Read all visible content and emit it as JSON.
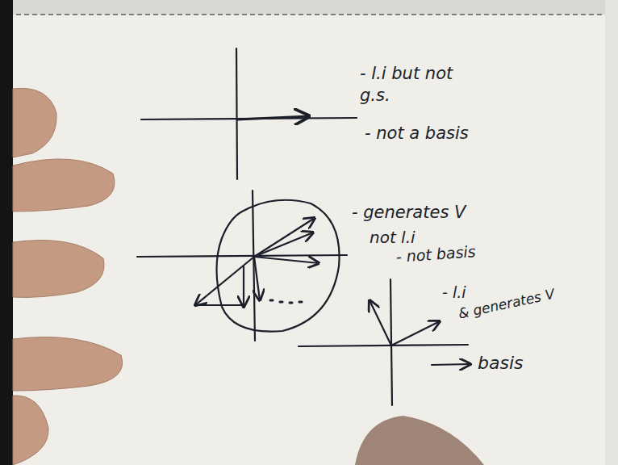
{
  "diagram": {
    "labels": [
      "- l.i but not g.s.",
      "- not a basis",
      "- generates V",
      "not l.i",
      "- not basis",
      "- l.i",
      "& generates V",
      "basis"
    ]
  }
}
